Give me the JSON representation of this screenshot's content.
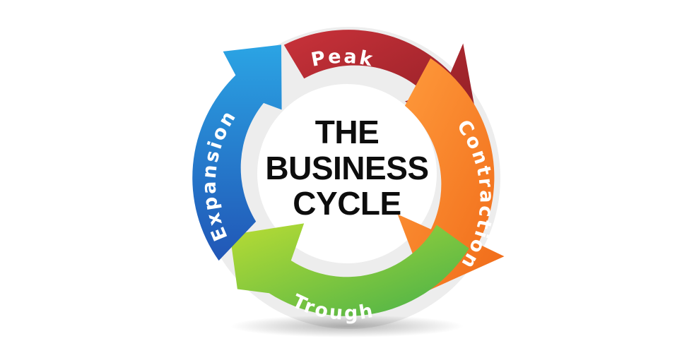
{
  "diagram": {
    "title_lines": [
      "THE",
      "BUSINESS",
      "CYCLE"
    ],
    "stages": [
      {
        "label": "Peak",
        "color_light": "#c9323a",
        "color_dark": "#8c1d24"
      },
      {
        "label": "Contraction",
        "color_light": "#ff9b3c",
        "color_dark": "#f06a18"
      },
      {
        "label": "Trough",
        "color_light": "#b8dc34",
        "color_dark": "#45b04a"
      },
      {
        "label": "Expansion",
        "color_light": "#2ba4e4",
        "color_dark": "#2156b6"
      }
    ]
  }
}
